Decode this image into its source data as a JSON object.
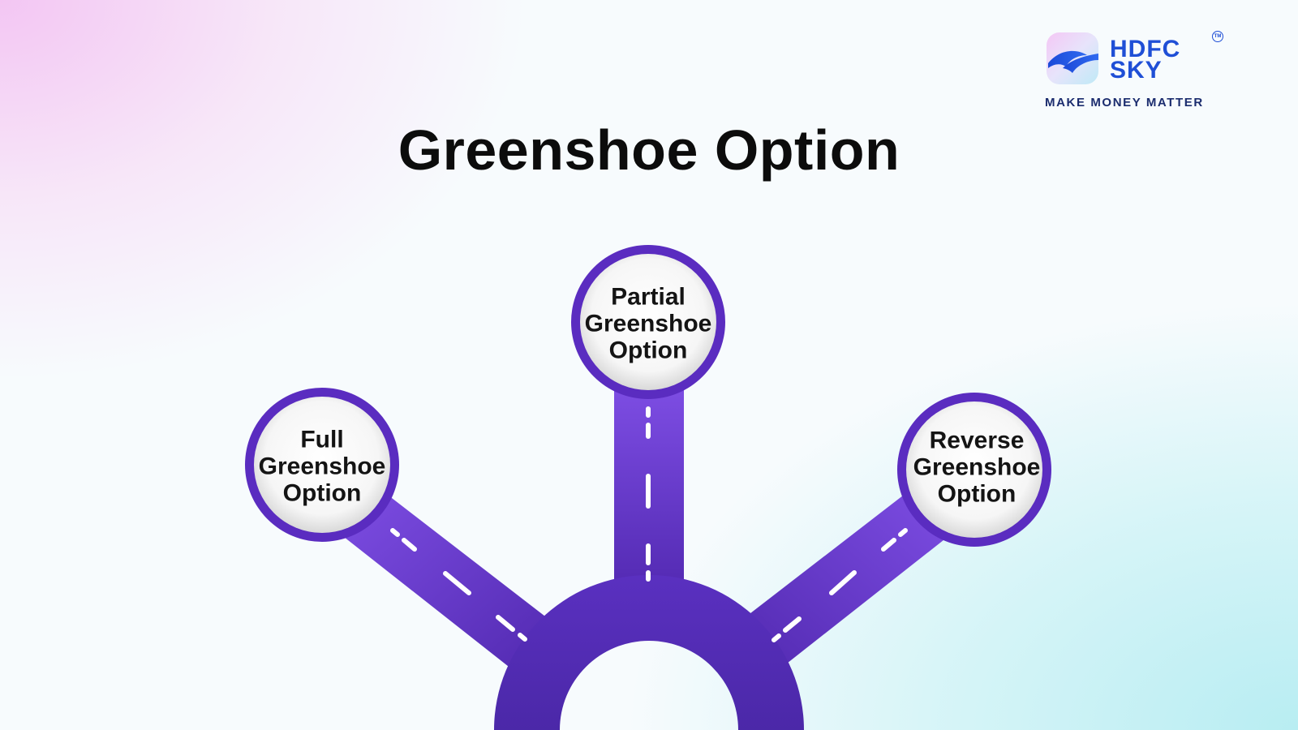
{
  "title": "Greenshoe Option",
  "logo": {
    "line1": "HDFC",
    "line2": "SKY",
    "trademark": "TM",
    "tagline": "MAKE MONEY MATTER",
    "icon": "hdfc-sky-logo-icon"
  },
  "nodes": [
    {
      "id": "full",
      "lines": [
        "Full",
        "Greenshoe",
        "Option"
      ]
    },
    {
      "id": "partial",
      "lines": [
        "Partial",
        "Greenshoe",
        "Option"
      ]
    },
    {
      "id": "reverse",
      "lines": [
        "Reverse",
        "Greenshoe",
        "Option"
      ]
    }
  ],
  "colors": {
    "road": "#5b30c2",
    "road_light": "#7d4de3",
    "road_dark": "#4a26a6",
    "node_ring": "#5a2cc0",
    "dash": "#ffffff",
    "logo_blue": "#1f4fd6",
    "title": "#0c0c0c"
  }
}
